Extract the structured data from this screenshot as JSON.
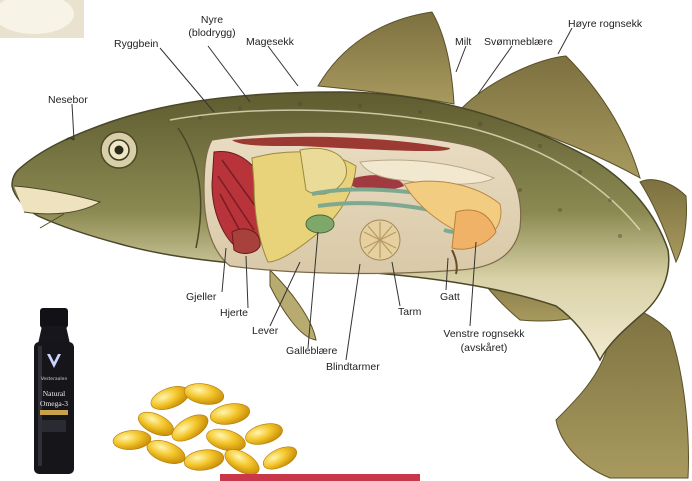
{
  "labels": {
    "nyre": [
      "Nyre",
      "(blodrygg)"
    ],
    "ryggbein": "Ryggbein",
    "magesekk": "Magesekk",
    "nesebor": "Nesebor",
    "milt": "Milt",
    "svommeblaere": "Svømmeblære",
    "hoyre_rognsekk": "Høyre rognsekk",
    "gjeller": "Gjeller",
    "hjerte": "Hjerte",
    "lever": "Lever",
    "galleblaere": "Galleblære",
    "blindtarmer": "Blindtarmer",
    "tarm": "Tarm",
    "gatt": "Gatt",
    "venstre_rognsekk": [
      "Venstre rognsekk",
      "(avskåret)"
    ]
  },
  "bottle": {
    "brand": "Vesteraalen",
    "line1": "Natural",
    "line2": "Omega-3"
  },
  "colors": {
    "fish_back": "#6b6a3a",
    "fish_belly": "#efe6c4",
    "fins": "#8a7e44",
    "liver": "#e8d27a",
    "gills": "#b8343a",
    "capsule": "#f3c22a",
    "bottle": "#15151a"
  }
}
